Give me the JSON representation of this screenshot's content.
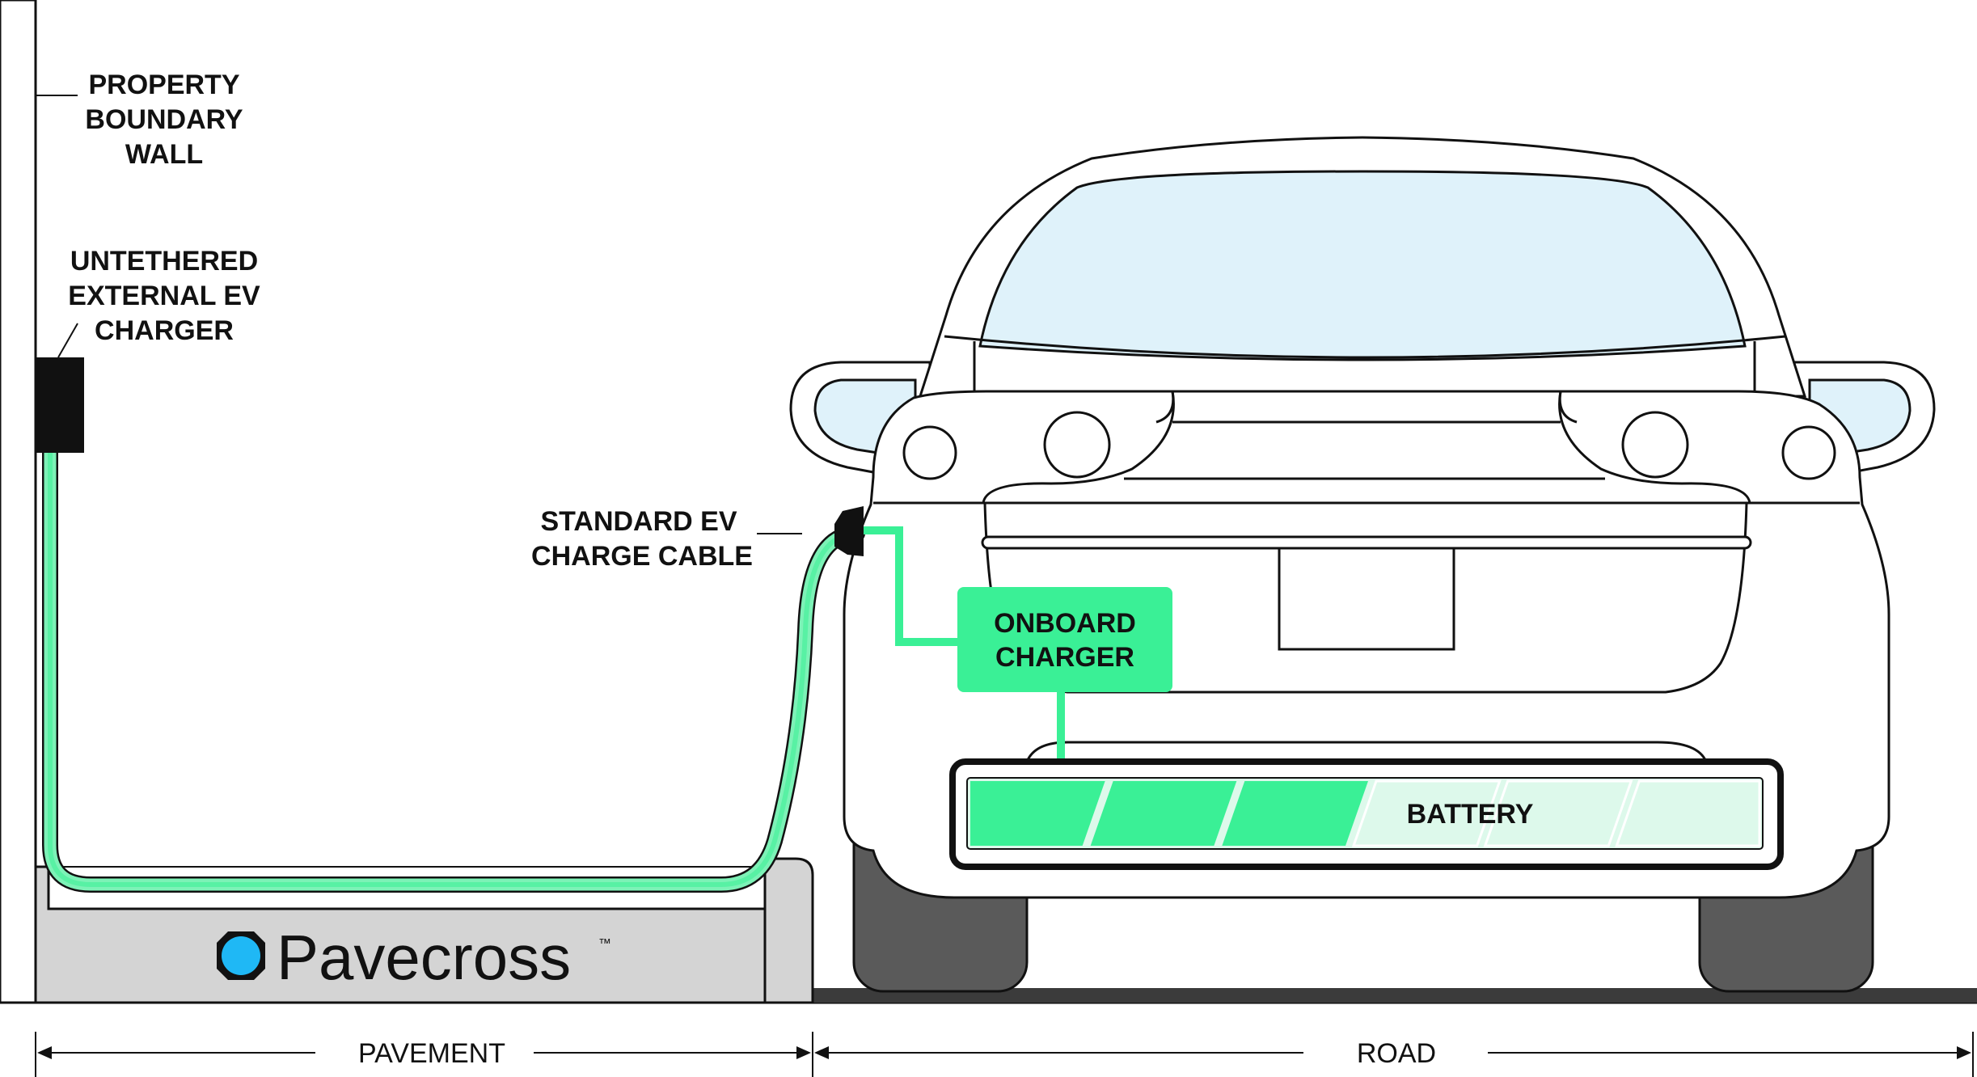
{
  "labels": {
    "wall": [
      "PROPERTY",
      "BOUNDARY",
      "WALL"
    ],
    "charger": [
      "UNTETHERED",
      "EXTERNAL EV",
      "CHARGER"
    ],
    "cable": [
      "STANDARD EV",
      "CHARGE CABLE"
    ],
    "onboard": [
      "ONBOARD",
      "CHARGER"
    ],
    "battery": "BATTERY"
  },
  "brand": {
    "name": "Pavecross",
    "trademark": "™"
  },
  "dimensions": {
    "pavement": "PAVEMENT",
    "road": "ROAD"
  },
  "battery": {
    "segments_total": 6,
    "segments_filled": 3
  },
  "colors": {
    "accent_green": "#3af096",
    "cable_green": "#7df2b7",
    "battery_empty": "#ddf9eb",
    "windshield": "#dff2fa",
    "channel_grey": "#d4d4d4",
    "tyre": "#5a5a5a",
    "road": "#3b3b3b",
    "logo_blue": "#1fb8f5"
  }
}
